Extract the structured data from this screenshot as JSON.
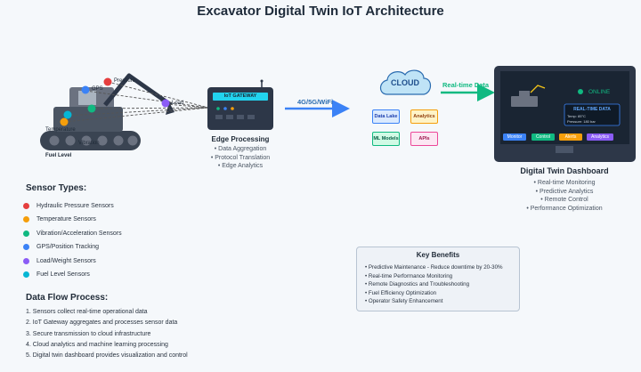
{
  "title": "Excavator Digital Twin IoT Architecture",
  "excavator_labels": {
    "pressure": "Pressure",
    "gps": "GPS",
    "load": "Load",
    "temperature": "Temperature",
    "vibration": "Vibration",
    "fuel_level": "Fuel Level"
  },
  "gateway": {
    "chip_label": "IoT GATEWAY",
    "title": "Edge Processing",
    "items": [
      "• Data Aggregation",
      "• Protocol Translation",
      "• Edge Analytics"
    ]
  },
  "connection_label": "4G/5G/WiFi",
  "cloud": {
    "label": "CLOUD",
    "services": [
      "Data Lake",
      "Analytics",
      "ML Models",
      "APIs"
    ]
  },
  "realtime_label": "Real-time Data",
  "dashboard": {
    "status": "ONLINE",
    "panel_title": "REAL-TIME DATA",
    "panel_temp": "Temp: 85°C",
    "panel_pressure": "Pressure: 180 bar",
    "buttons": [
      "Monitor",
      "Control",
      "Alerts",
      "Analytics"
    ],
    "title": "Digital Twin Dashboard",
    "items": [
      "• Real-time Monitoring",
      "• Predictive Analytics",
      "• Remote Control",
      "• Performance Optimization"
    ]
  },
  "sensor_types": {
    "heading": "Sensor Types:",
    "items": [
      {
        "label": "Hydraulic Pressure Sensors",
        "color": "#e53e3e"
      },
      {
        "label": "Temperature Sensors",
        "color": "#f59e0b"
      },
      {
        "label": "Vibration/Acceleration Sensors",
        "color": "#10b981"
      },
      {
        "label": "GPS/Position Tracking",
        "color": "#3b82f6"
      },
      {
        "label": "Load/Weight Sensors",
        "color": "#8b5cf6"
      },
      {
        "label": "Fuel Level Sensors",
        "color": "#06b6d4"
      }
    ]
  },
  "data_flow": {
    "heading": "Data Flow Process:",
    "steps": [
      "1. Sensors collect real-time operational data",
      "2. IoT Gateway aggregates and processes sensor data",
      "3. Secure transmission to cloud infrastructure",
      "4. Cloud analytics and machine learning processing",
      "5. Digital twin dashboard provides visualization and control"
    ]
  },
  "benefits": {
    "heading": "Key Benefits",
    "items": [
      "• Predictive Maintenance - Reduce downtime by 20-30%",
      "• Real-time Performance Monitoring",
      "• Remote Diagnostics and Troubleshooting",
      "• Fuel Efficiency Optimization",
      "• Operator Safety Enhancement"
    ]
  },
  "colors": {
    "accent_blue": "#3b82f6",
    "accent_green": "#10b981",
    "dark": "#2d3748",
    "cyan": "#22d3ee"
  }
}
